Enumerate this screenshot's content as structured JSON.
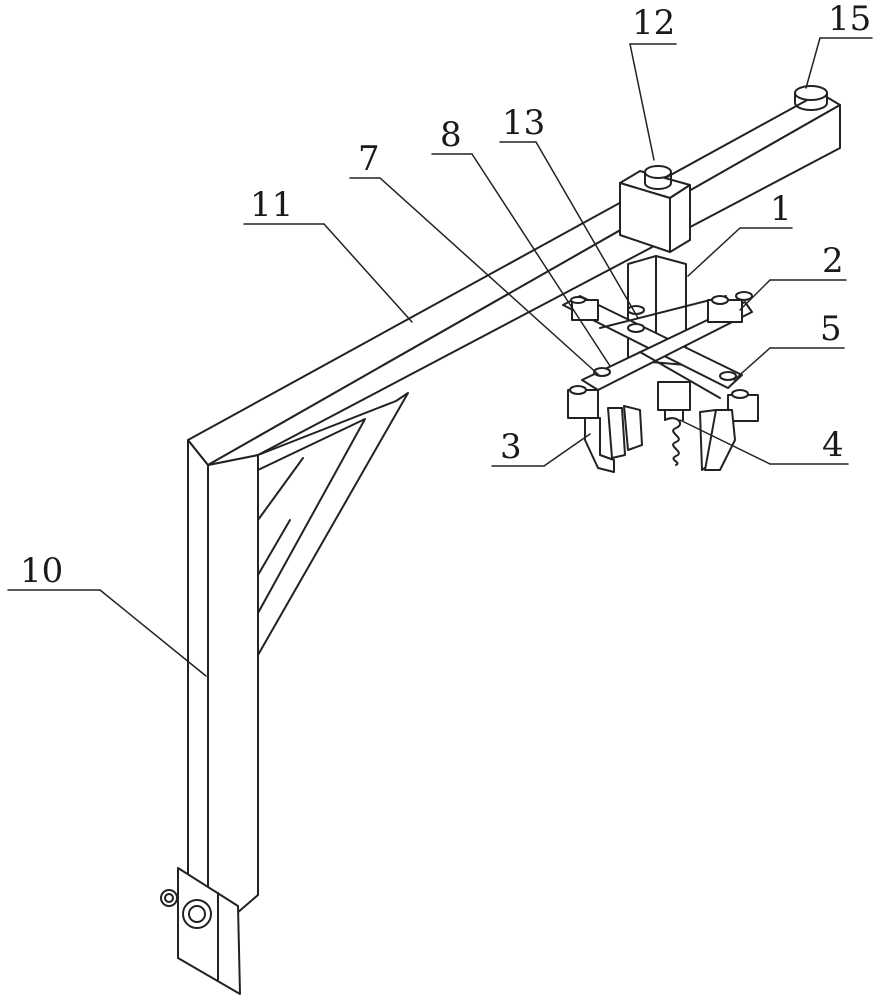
{
  "figure": {
    "labels": {
      "part_1": "1",
      "part_2": "2",
      "part_3": "3",
      "part_4": "4",
      "part_5": "5",
      "part_7": "7",
      "part_8": "8",
      "part_10": "10",
      "part_11": "11",
      "part_12": "12",
      "part_13": "13",
      "part_15": "15"
    }
  }
}
